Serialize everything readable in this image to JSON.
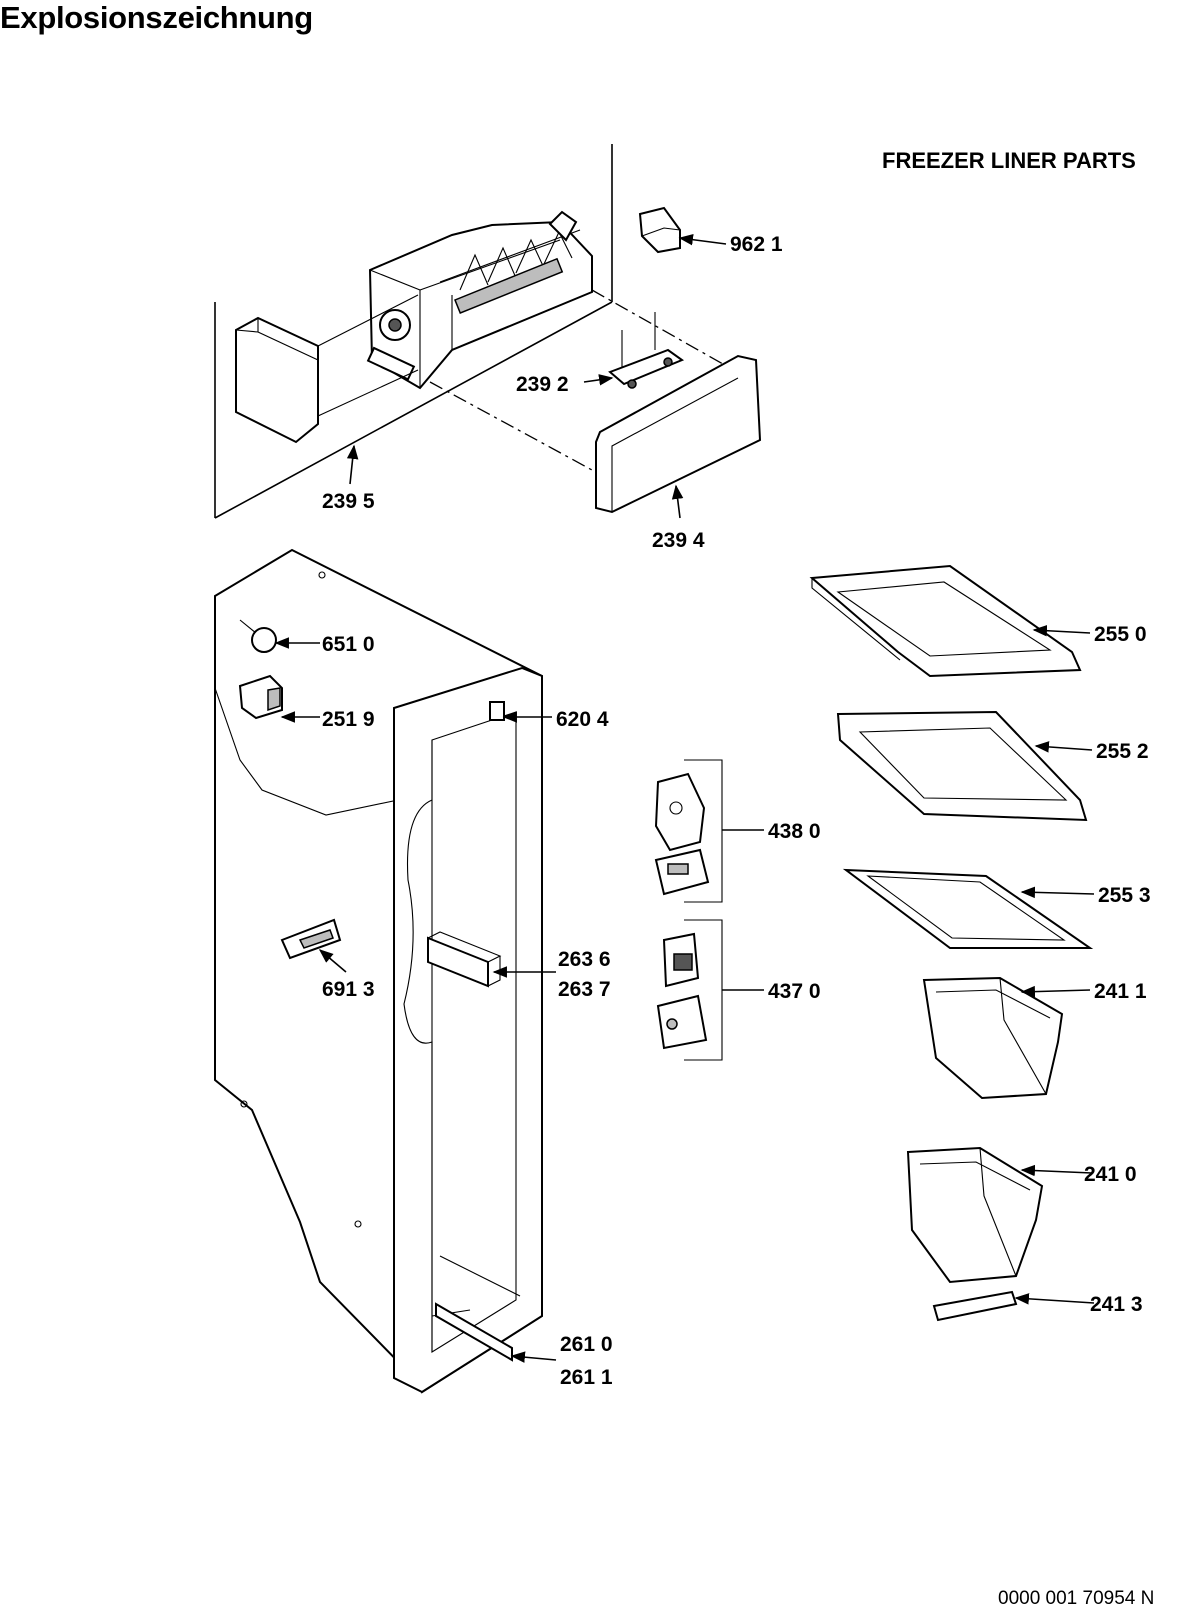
{
  "header": {
    "title": "Explosionszeichnung"
  },
  "section_title": "FREEZER LINER PARTS",
  "footer": {
    "doc_number": "0000 001 70954 N"
  },
  "callouts": {
    "c9621": "962 1",
    "c2392": "239 2",
    "c2395": "239 5",
    "c2394": "239 4",
    "c6510": "651 0",
    "c2519": "251 9",
    "c6204": "620 4",
    "c6913": "691 3",
    "c2636": "263 6",
    "c2637": "263 7",
    "c2610": "261 0",
    "c2611": "261 1",
    "c4380": "438 0",
    "c4370": "437 0",
    "c2550": "255 0",
    "c2552": "255 2",
    "c2553": "255 3",
    "c2411": "241 1",
    "c2410": "241 0",
    "c2413": "241 3"
  }
}
